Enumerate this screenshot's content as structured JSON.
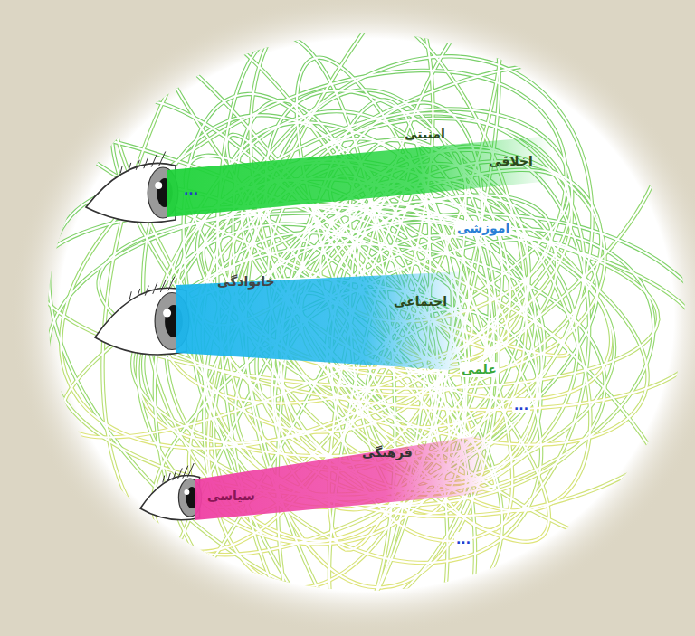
{
  "diagram": {
    "nodes": [
      {
        "text": [
          "امنیتی",
          "اخلاقی",
          "..."
        ]
      },
      {
        "text": [
          "خانوادگی",
          "اجتماعی"
        ]
      },
      {
        "text": [
          "فرهنگی",
          "سیاسی"
        ]
      }
    ],
    "labels": [
      "اموزشی",
      "علمی",
      "...",
      "..."
    ]
  }
}
